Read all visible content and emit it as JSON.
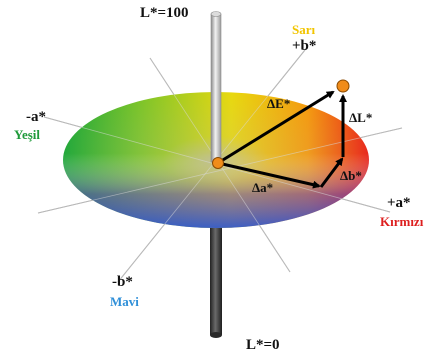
{
  "labels": {
    "l_top": "L*=100",
    "l_bottom": "L*=0",
    "plus_b": "+b*",
    "minus_b": "-b*",
    "plus_a": "+a*",
    "minus_a": "-a*",
    "sari": "Sarı",
    "mavi": "Mavi",
    "yesil": "Yeşil",
    "kirmizi": "Kırmızı",
    "delta_e": "ΔE*",
    "delta_l": "ΔL*",
    "delta_a": "Δa*",
    "delta_b": "Δb*"
  },
  "colors": {
    "sari": "#f2c500",
    "mavi": "#2f8fd8",
    "yesil": "#1e9a3a",
    "kirmizi": "#dd1f1f",
    "points": "#f08c1a",
    "arrows": "#000000"
  }
}
